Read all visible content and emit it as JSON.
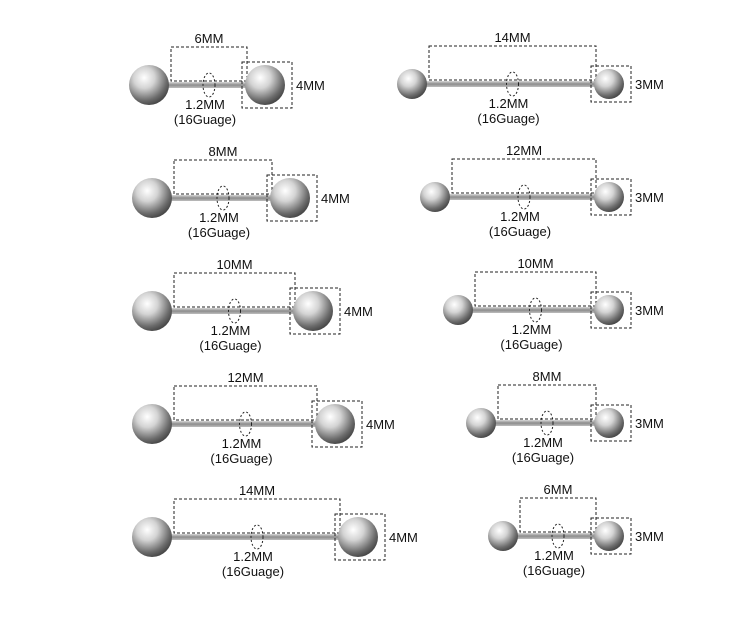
{
  "gauge": {
    "thickness": "1.2MM",
    "gauge_label": "(16Guage)"
  },
  "colors": {
    "metal_light": "#f4f4f4",
    "metal_dark": "#4a4a4a",
    "bar": "#9a9a9a",
    "outline": "#222222"
  },
  "left_column": [
    {
      "length": "6MM",
      "ball": "4MM"
    },
    {
      "length": "8MM",
      "ball": "4MM"
    },
    {
      "length": "10MM",
      "ball": "4MM"
    },
    {
      "length": "12MM",
      "ball": "4MM"
    },
    {
      "length": "14MM",
      "ball": "4MM"
    }
  ],
  "right_column": [
    {
      "length": "14MM",
      "ball": "3MM"
    },
    {
      "length": "12MM",
      "ball": "3MM"
    },
    {
      "length": "10MM",
      "ball": "3MM"
    },
    {
      "length": "8MM",
      "ball": "3MM"
    },
    {
      "length": "6MM",
      "ball": "3MM"
    }
  ]
}
